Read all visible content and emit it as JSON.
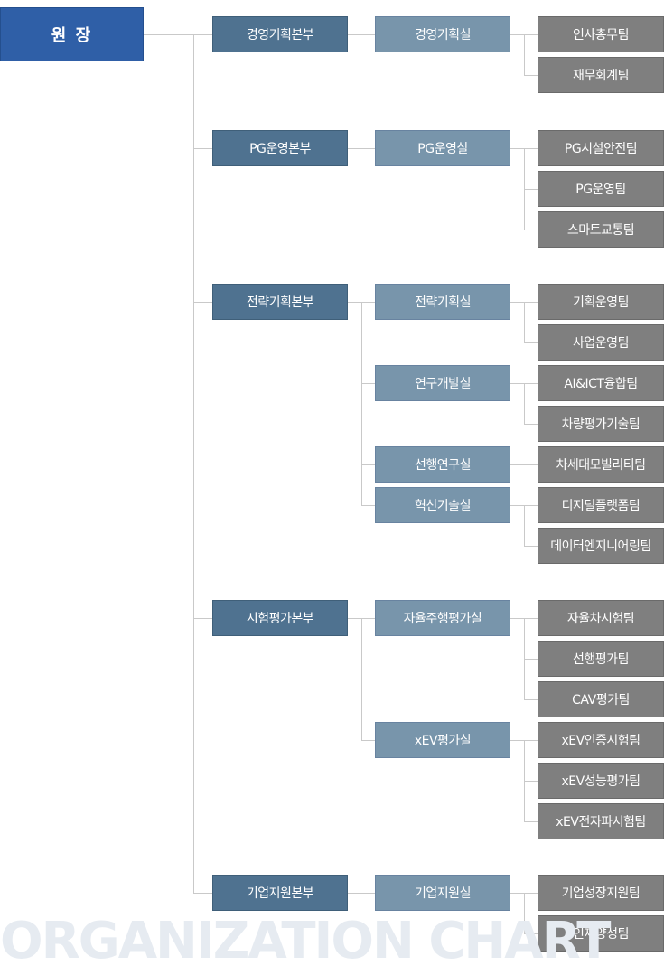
{
  "root": {
    "label": "원 장"
  },
  "divisions": [
    {
      "label": "경영기획본부",
      "offices": [
        {
          "label": "경영기획실",
          "teams": [
            "인사총무팀",
            "재무회계팀"
          ]
        }
      ]
    },
    {
      "label": "PG운영본부",
      "offices": [
        {
          "label": "PG운영실",
          "teams": [
            "PG시설안전팀",
            "PG운영팀",
            "스마트교통팀"
          ]
        }
      ]
    },
    {
      "label": "전략기획본부",
      "offices": [
        {
          "label": "전략기획실",
          "teams": [
            "기획운영팀",
            "사업운영팀"
          ]
        },
        {
          "label": "연구개발실",
          "teams": [
            "AI&ICT융합팀",
            "차량평가기술팀"
          ]
        },
        {
          "label": "선행연구실",
          "teams": [
            "차세대모빌리티팀"
          ]
        },
        {
          "label": "혁신기술실",
          "teams": [
            "디지털플랫폼팀",
            "데이터엔지니어링팀"
          ]
        }
      ]
    },
    {
      "label": "시험평가본부",
      "offices": [
        {
          "label": "자율주행평가실",
          "teams": [
            "자율차시험팀",
            "선행평가팀",
            "CAV평가팀"
          ]
        },
        {
          "label": "xEV평가실",
          "teams": [
            "xEV인증시험팀",
            "xEV성능평가팀",
            "xEV전자파시험팀"
          ]
        }
      ]
    },
    {
      "label": "기업지원본부",
      "offices": [
        {
          "label": "기업지원실",
          "teams": [
            "기업성장지원팀",
            "인재양성팀"
          ]
        }
      ]
    }
  ],
  "watermark": "ORGANIZATION CHART",
  "colors": {
    "root": "#2f5fa7",
    "division": "#4f7290",
    "office": "#7895ab",
    "team": "#7f7f7f",
    "connector": "#c9c9c9",
    "watermark": "#e6ebf1"
  }
}
